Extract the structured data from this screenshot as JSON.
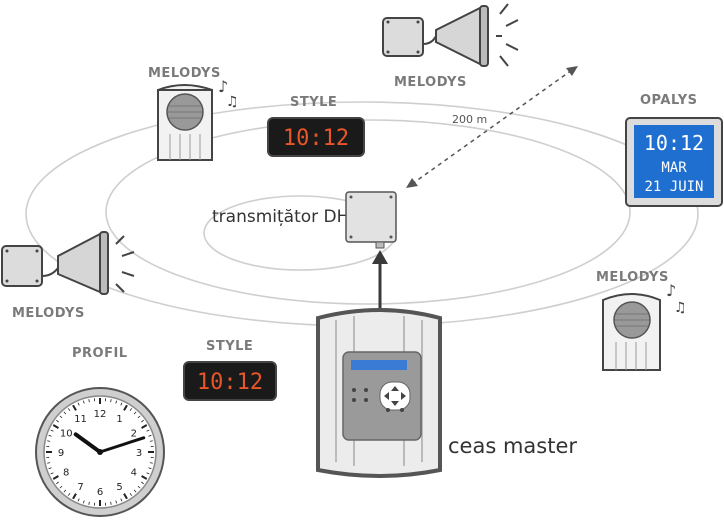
{
  "labels": {
    "melodys_top_left": "MELODYS",
    "melodys_top_center": "MELODYS",
    "melodys_left": "MELODYS",
    "melodys_right": "MELODYS",
    "style_top": "STYLE",
    "style_bottom": "STYLE",
    "opalys": "OPALYS",
    "profil": "PROFIL",
    "transmitter": "transmițător DHF",
    "master": "ceas master",
    "distance": "200 m"
  },
  "displays": {
    "style_top_time": "10:12",
    "style_bottom_time": "10:12",
    "opalys_time": "10:12",
    "opalys_day": "MAR",
    "opalys_date": "21 JUIN"
  },
  "clock_face": {
    "numbers": [
      "12",
      "1",
      "2",
      "3",
      "4",
      "5",
      "6",
      "7",
      "8",
      "9",
      "10",
      "11"
    ],
    "hour": 10,
    "minute": 12
  },
  "colors": {
    "led_text": "#e8562a",
    "led_bg": "#1a1a1a",
    "opalys_screen": "#1f6fd1",
    "master_screen": "#3a7bd5",
    "orbit": "#cfcfcf",
    "arrow": "#3a3a3a"
  }
}
